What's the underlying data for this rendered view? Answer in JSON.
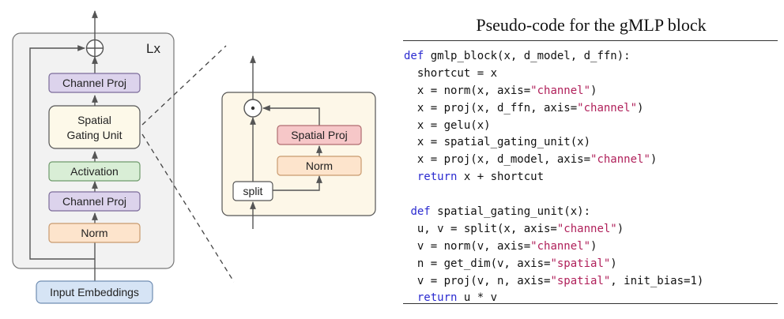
{
  "colors": {
    "outer_panel_fill": "#f2f2f2",
    "sgu_panel_fill": "#fdf7e8",
    "channel_proj_fill": "#dcd3ec",
    "spatial_gating_unit_fill": "#fdf9e9",
    "activation_fill": "#d9eed6",
    "norm_fill": "#fde4cc",
    "spatial_proj_fill": "#f6c7c8",
    "input_embeddings_fill": "#d6e4f5",
    "split_fill": "#ffffff",
    "keyword": "#2b2bd0",
    "string": "#b0205a"
  },
  "left_block": {
    "repeat_label": "Lx",
    "boxes": {
      "channel_proj_top": "Channel Proj",
      "spatial_gating_unit_line1": "Spatial",
      "spatial_gating_unit_line2": "Gating Unit",
      "activation": "Activation",
      "channel_proj_bottom": "Channel Proj",
      "norm": "Norm",
      "input_embeddings": "Input Embeddings"
    },
    "residual_add_icon": "circle-plus-icon"
  },
  "sgu_detail": {
    "boxes": {
      "spatial_proj": "Spatial Proj",
      "norm": "Norm",
      "split": "split"
    },
    "multiply_icon": "circle-dot-icon"
  },
  "code": {
    "title": "Pseudo-code for the gMLP block",
    "lines": [
      [
        {
          "t": "def",
          "c": "kw"
        },
        {
          "t": " gmlp_block(x, d_model, d_ffn):"
        }
      ],
      [
        {
          "t": "  shortcut = x"
        }
      ],
      [
        {
          "t": "  x = norm(x, axis="
        },
        {
          "t": "\"channel\"",
          "c": "str"
        },
        {
          "t": ")"
        }
      ],
      [
        {
          "t": "  x = proj(x, d_ffn, axis="
        },
        {
          "t": "\"channel\"",
          "c": "str"
        },
        {
          "t": ")"
        }
      ],
      [
        {
          "t": "  x = gelu(x)"
        }
      ],
      [
        {
          "t": "  x = spatial_gating_unit(x)"
        }
      ],
      [
        {
          "t": "  x = proj(x, d_model, axis="
        },
        {
          "t": "\"channel\"",
          "c": "str"
        },
        {
          "t": ")"
        }
      ],
      [
        {
          "t": "  "
        },
        {
          "t": "return",
          "c": "kw"
        },
        {
          "t": " x + shortcut"
        }
      ],
      [
        {
          "t": ""
        }
      ],
      [
        {
          "t": " "
        },
        {
          "t": "def",
          "c": "kw"
        },
        {
          "t": " spatial_gating_unit(x):"
        }
      ],
      [
        {
          "t": "  u, v = split(x, axis="
        },
        {
          "t": "\"channel\"",
          "c": "str"
        },
        {
          "t": ")"
        }
      ],
      [
        {
          "t": "  v = norm(v, axis="
        },
        {
          "t": "\"channel\"",
          "c": "str"
        },
        {
          "t": ")"
        }
      ],
      [
        {
          "t": "  n = get_dim(v, axis="
        },
        {
          "t": "\"spatial\"",
          "c": "str"
        },
        {
          "t": ")"
        }
      ],
      [
        {
          "t": "  v = proj(v, n, axis="
        },
        {
          "t": "\"spatial\"",
          "c": "str"
        },
        {
          "t": ", init_bias=1)"
        }
      ],
      [
        {
          "t": "  "
        },
        {
          "t": "return",
          "c": "kw"
        },
        {
          "t": " u * v"
        }
      ]
    ]
  }
}
